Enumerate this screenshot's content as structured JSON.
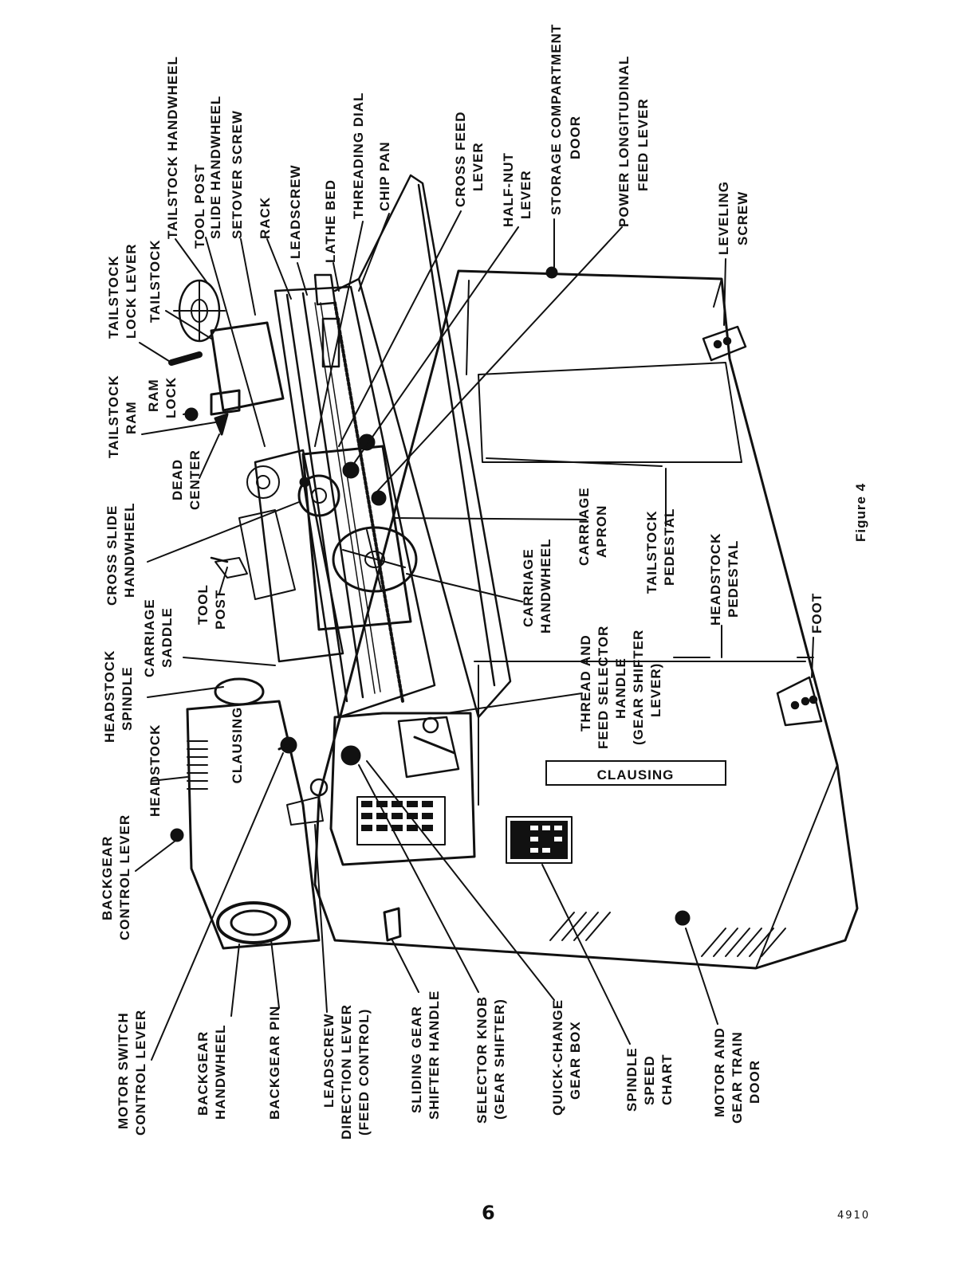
{
  "figure_caption": "Figure 4",
  "page_number": "6",
  "document_code": "4910",
  "brand_text": "CLAUSING",
  "labels": {
    "tailstock_handwheel": "TAILSTOCK HANDWHEEL",
    "tool_post_slide_handwheel": [
      "TOOL POST",
      "SLIDE HANDWHEEL"
    ],
    "setover_screw": "SETOVER SCREW",
    "rack": "RACK",
    "leadscrew": "LEADSCREW",
    "lathe_bed": "LATHE BED",
    "threading_dial": "THREADING DIAL",
    "chip_pan": "CHIP PAN",
    "cross_feed_lever": [
      "CROSS FEED",
      "LEVER"
    ],
    "half_nut_lever": [
      "HALF-NUT",
      "LEVER"
    ],
    "storage_compartment_door": [
      "STORAGE COMPARTMENT",
      "DOOR"
    ],
    "power_longitudinal_feed_lever": [
      "POWER LONGITUDINAL",
      "FEED LEVER"
    ],
    "leveling_screw": [
      "LEVELING",
      "SCREW"
    ],
    "tailstock_lock_lever": [
      "TAILSTOCK",
      "LOCK LEVER"
    ],
    "tailstock": "TAILSTOCK",
    "tailstock_ram": [
      "TAILSTOCK",
      "RAM"
    ],
    "ram_lock": [
      "RAM",
      "LOCK"
    ],
    "dead_center": [
      "DEAD",
      "CENTER"
    ],
    "cross_slide_handwheel": [
      "CROSS SLIDE",
      "HANDWHEEL"
    ],
    "tool_post": [
      "TOOL",
      "POST"
    ],
    "carriage_saddle": [
      "CARRIAGE",
      "SADDLE"
    ],
    "headstock_spindle": [
      "HEADSTOCK",
      "SPINDLE"
    ],
    "headstock": "HEADSTOCK",
    "backgear_control_lever": [
      "BACKGEAR",
      "CONTROL LEVER"
    ],
    "carriage_apron": [
      "CARRIAGE",
      "APRON"
    ],
    "carriage_handwheel": [
      "CARRIAGE",
      "HANDWHEEL"
    ],
    "tailstock_pedestal": [
      "TAILSTOCK",
      "PEDESTAL"
    ],
    "headstock_pedestal": [
      "HEADSTOCK",
      "PEDESTAL"
    ],
    "foot": "FOOT",
    "thread_feed_selector_handle": [
      "THREAD AND",
      "FEED SELECTOR",
      "HANDLE",
      "(GEAR SHIFTER",
      "LEVER)"
    ],
    "motor_switch_control_lever": [
      "MOTOR SWITCH",
      "CONTROL LEVER"
    ],
    "backgear_handwheel": [
      "BACKGEAR",
      "HANDWHEEL"
    ],
    "backgear_pin": "BACKGEAR PIN",
    "leadscrew_direction_lever": [
      "LEADSCREW",
      "DIRECTION LEVER",
      "(FEED CONTROL)"
    ],
    "sliding_gear_shifter_handle": [
      "SLIDING GEAR",
      "SHIFTER HANDLE"
    ],
    "selector_knob": [
      "SELECTOR KNOB",
      "(GEAR SHIFTER)"
    ],
    "quick_change_gear_box": [
      "QUICK-CHANGE",
      "GEAR BOX"
    ],
    "spindle_speed_chart": [
      "SPINDLE",
      "SPEED",
      "CHART"
    ],
    "motor_gear_train_door": [
      "MOTOR AND",
      "GEAR TRAIN",
      "DOOR"
    ]
  }
}
